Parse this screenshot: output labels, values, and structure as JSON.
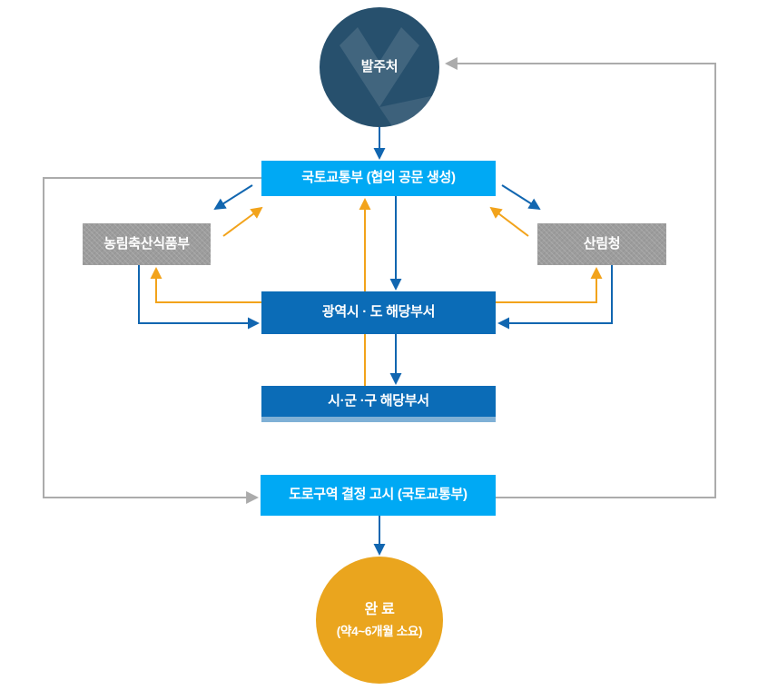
{
  "diagram": {
    "nodes": {
      "orderer": {
        "label": "발주처"
      },
      "molit": {
        "label": "국토교통부 (협의 공문 생성)"
      },
      "mafra": {
        "label": "농림축산식품부"
      },
      "kfs": {
        "label": "산림청"
      },
      "province": {
        "label": "광역시 · 도 해당부서"
      },
      "city": {
        "label": "시·군 ·구 해당부서"
      },
      "notice": {
        "label": "도로구역 결정 고시 (국토교통부)"
      },
      "complete": {
        "label": "완 료",
        "sublabel": "(약4~6개월 소요)"
      }
    },
    "colors": {
      "bright_blue": "#00a9f4",
      "dark_blue": "#0b6cb7",
      "navy": "#27506d",
      "navy_light": "#3b6581",
      "orange": "#eaa51e",
      "connector_blue": "#1166b0",
      "connector_orange": "#f2a31b",
      "connector_gray": "#ababab",
      "gray_box": "#9d9d9d",
      "light_strip": "#7fb0d6"
    }
  }
}
